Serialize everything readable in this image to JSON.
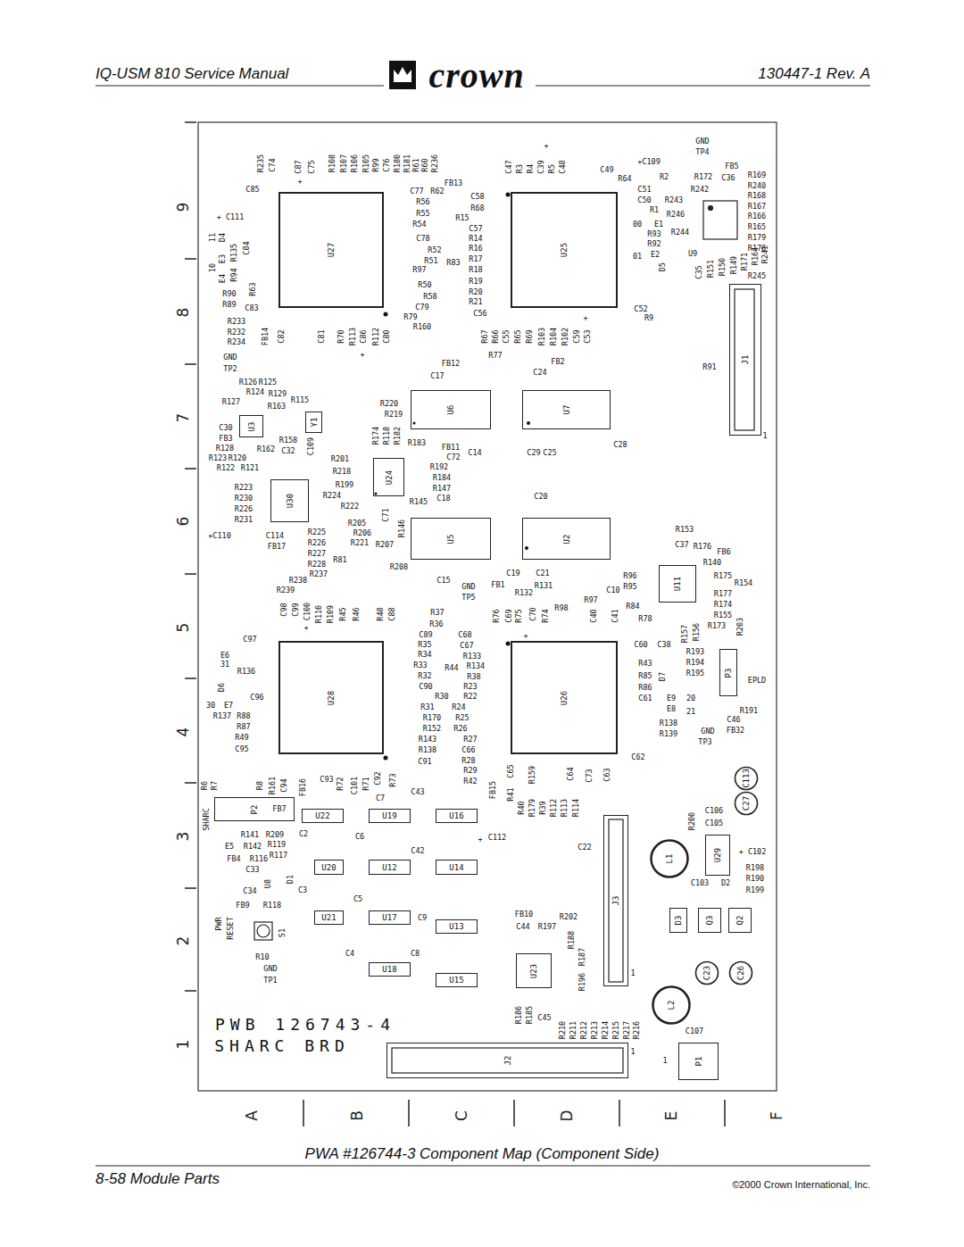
{
  "diagram": {
    "caption": "PWA #126744-3 Component Map (Component Side)",
    "nodes": [
      {
        "text": [
          "U27"
        ]
      },
      {
        "text": [
          "U25"
        ]
      },
      {
        "text": [
          "J1"
        ]
      },
      {
        "text": [
          "U6"
        ]
      },
      {
        "text": [
          "U7"
        ]
      },
      {
        "text": [
          "U3"
        ]
      },
      {
        "text": [
          "Y1"
        ]
      },
      {
        "text": [
          "U24"
        ]
      },
      {
        "text": [
          "U30"
        ]
      },
      {
        "text": [
          "U5"
        ]
      },
      {
        "text": [
          "U2"
        ]
      },
      {
        "text": [
          "U11"
        ]
      },
      {
        "text": [
          "U28"
        ]
      },
      {
        "text": [
          "U26"
        ]
      },
      {
        "text": [
          "P3"
        ]
      },
      {
        "text": [
          "C113"
        ]
      },
      {
        "text": [
          "C27"
        ]
      },
      {
        "text": [
          "P2"
        ]
      },
      {
        "text": [
          "U22"
        ]
      },
      {
        "text": [
          "U19"
        ]
      },
      {
        "text": [
          "U16"
        ]
      },
      {
        "text": [
          "J3"
        ]
      },
      {
        "text": [
          "U20"
        ]
      },
      {
        "text": [
          "U12"
        ]
      },
      {
        "text": [
          "U14"
        ]
      },
      {
        "text": [
          "L1"
        ]
      },
      {
        "text": [
          "U29"
        ]
      },
      {
        "text": [
          "U21"
        ]
      },
      {
        "text": [
          "U17"
        ]
      },
      {
        "text": [
          "U13"
        ]
      },
      {
        "text": [
          "D3"
        ]
      },
      {
        "text": [
          "Q3"
        ]
      },
      {
        "text": [
          "Q2"
        ]
      },
      {
        "text": [
          "U18"
        ]
      },
      {
        "text": [
          "U15"
        ]
      },
      {
        "text": [
          "U23"
        ]
      },
      {
        "text": [
          "C23"
        ]
      },
      {
        "text": [
          "C26"
        ]
      },
      {
        "text": [
          "L2"
        ]
      },
      {
        "text": [
          "J2"
        ]
      },
      {
        "text": [
          "P1"
        ]
      }
    ],
    "labels": [
      "IQ-USM 810 Service Manual",
      "crown",
      "130447-1 Rev. A",
      "8-58 Module Parts",
      "©2000 Crown International, Inc.",
      "PWB 126743-4",
      "SHARC BRD",
      "9",
      "8",
      "7",
      "6",
      "5",
      "4",
      "3",
      "2",
      "1",
      "A",
      "B",
      "C",
      "D",
      "E",
      "F",
      "R235",
      "C74",
      "C87",
      "C75",
      "R108",
      "R107",
      "R106",
      "R105",
      "R99",
      "C76",
      "R180",
      "R181",
      "R61",
      "R60",
      "R236",
      "+",
      "C85",
      "+ C111",
      "D4",
      "11",
      "E3",
      "10",
      "E4",
      "R135",
      "R94",
      "C84",
      "R63",
      "R90",
      "R89",
      "C83",
      "R233",
      "R232",
      "R234",
      "FB14",
      "C82",
      "C81",
      "R70",
      "R113",
      "C86",
      "R112",
      "C80",
      "+",
      "GND",
      "TP2",
      "FB13",
      "C77",
      "R62",
      "C58",
      "R56",
      "R68",
      "R55",
      "R15",
      "R54",
      "C57",
      "C78",
      "R14",
      "R52",
      "R16",
      "R51",
      "R83",
      "R17",
      "R97",
      "R18",
      "R19",
      "R50",
      "R20",
      "R58",
      "R21",
      "C79",
      "C56",
      "R79",
      "R160",
      "C47",
      "R3",
      "R4",
      "C39",
      "R5",
      "C48",
      "+",
      "C49",
      "R67",
      "R66",
      "C55",
      "R65",
      "R69",
      "R103",
      "R104",
      "R102",
      "C59",
      "C53",
      "+",
      "R77",
      "GND",
      "TP4",
      "+C109",
      "FB5",
      "R64",
      "R2",
      "R172",
      "C36",
      "R169",
      "R240",
      "C51",
      "R242",
      "R168",
      "C50",
      "R243",
      "R167",
      "R1",
      "R246",
      "R166",
      "00",
      "E1",
      "R165",
      "R93",
      "R244",
      "R179",
      "R92",
      "R178",
      "U9",
      "01",
      "E2",
      "D5",
      "C35",
      "R151",
      "R150",
      "R149",
      "R171",
      "R164",
      "R241",
      "R245",
      "C52",
      "R9",
      "R91",
      "1",
      "FB12",
      "C17",
      "FB2",
      "C24",
      "R126",
      "R125",
      "R124",
      "R129",
      "R127",
      "R115",
      "R163",
      "C30",
      "FB3",
      "R158",
      "R128",
      "R162",
      "C32",
      "C109",
      "R123",
      "R120",
      "R122",
      "R121",
      "R220",
      "R219",
      "R174",
      "R118",
      "R182",
      "R183",
      "FB11",
      "C72",
      "C14",
      "C29",
      "C25",
      "C28",
      "R201",
      "R218",
      "R192",
      "R184",
      "R199",
      "R147",
      "R224",
      "R145",
      "C18",
      "C20",
      "R222",
      "R223",
      "R230",
      "R226",
      "R231",
      "R205",
      "C71",
      "R146",
      "R225",
      "R206",
      "+C110",
      "C114",
      "R221",
      "R207",
      "FB17",
      "R226",
      "R227",
      "R81",
      "R228",
      "R208",
      "R237",
      "R238",
      "R239",
      "R153",
      "C37",
      "R176",
      "FB6",
      "R140",
      "R175",
      "R154",
      "R177",
      "R174",
      "R155",
      "R173",
      "R96",
      "R95",
      "C10",
      "R97",
      "R84",
      "R78",
      "R98",
      "C19",
      "C21",
      "C15",
      "GND",
      "FB1",
      "R131",
      "R132",
      "TP5",
      "C98",
      "C99",
      "+",
      "C100",
      "R110",
      "R109",
      "R45",
      "R46",
      "R48",
      "C88",
      "R37",
      "R36",
      "R76",
      "C69",
      "R75",
      "C70",
      "+",
      "R74",
      "C40",
      "C41",
      "R157",
      "R156",
      "R203",
      "C97",
      "E6",
      "31",
      "R136",
      "D6",
      "C96",
      "30",
      "E7",
      "R137",
      "R88",
      "R87",
      "R49",
      "C95",
      "C89",
      "C68",
      "R35",
      "C67",
      "R34",
      "R133",
      "R33",
      "R44",
      "R134",
      "R32",
      "R38",
      "C90",
      "R23",
      "R30",
      "R22",
      "R31",
      "R24",
      "R170",
      "R25",
      "R152",
      "R26",
      "R143",
      "R27",
      "R138",
      "C66",
      "C91",
      "R28",
      "R29",
      "R42",
      "C60",
      "C38",
      "R193",
      "R194",
      "R195",
      "EPLD",
      "R43",
      "D7",
      "R85",
      "R86",
      "C61",
      "E9",
      "20",
      "E8",
      "21",
      "R191",
      "C46",
      "R138",
      "FB32",
      "GND",
      "R139",
      "TP3",
      "C62",
      "R6",
      "R7",
      "R8",
      "R161",
      "C94",
      "FB16",
      "C93",
      "R72",
      "C101",
      "R71",
      "C92",
      "R73",
      "C7",
      "C43",
      "SHARC",
      "FB15",
      "C65",
      "R41",
      "R159",
      "C64",
      "C73",
      "C63",
      "R40",
      "R179",
      "R39",
      "R112",
      "R113",
      "R114",
      "FB7",
      "+",
      "C112",
      "1",
      "R200",
      "C106",
      "C105",
      "R141",
      "R209",
      "C2",
      "C6",
      "R119",
      "E5",
      "R142",
      "R117",
      "FB4",
      "R116",
      "C33",
      "C42",
      "C22",
      "+ C102",
      "R198",
      "R190",
      "C103",
      "D2",
      "R199",
      "C34",
      "U8",
      "D1",
      "C3",
      "C5",
      "FB9",
      "R118",
      "FB10",
      "R202",
      "C44",
      "R197",
      "C9",
      "PWR",
      "RESET",
      "S1",
      "R188",
      "R187",
      "C4",
      "C8",
      "R10",
      "GND",
      "TP1",
      "R196",
      "R186",
      "R185",
      "C45",
      "R210",
      "R211",
      "R212",
      "R213",
      "R214",
      "R215",
      "R217",
      "R216",
      "C107",
      "1",
      "1"
    ]
  }
}
